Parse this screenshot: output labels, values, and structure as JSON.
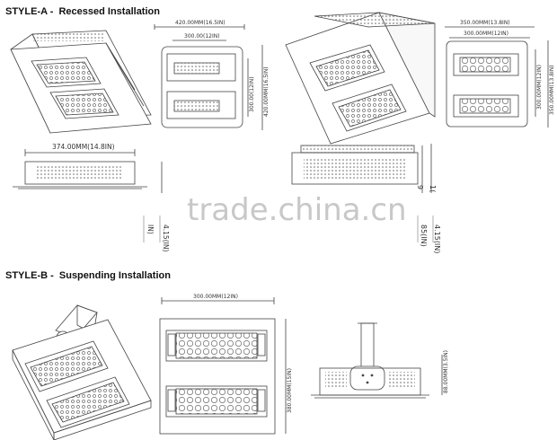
{
  "titles": {
    "style_a": "STYLE-A -  Recessed Installation",
    "style_b": "STYLE-B -  Suspending Installation"
  },
  "watermark": "trade.china.cn",
  "dims": {
    "a1_top_outer": "420.00MM(16.5IN)",
    "a1_top_inner": "300.00(12IN)",
    "a1_side_outer": "420.00MM(16.5IN)",
    "a1_side_inner": "300.00(12IN)",
    "a1_side_width": "374.00MM(14.8IN)",
    "a1_depth_in": "4.15(IN)",
    "a1_depth_in2": "IN)",
    "a2_top_outer": "350.00MM(13.8IN)",
    "a2_top_inner": "300.00MM(12IN)",
    "a2_side_outer": "350.00MM(13.8IN)",
    "a2_side_inner": "300.00MM(12IN)",
    "a2_depth_a": "9",
    "a2_depth_b": "1(",
    "a2_depth_in1": "85(IN)",
    "a2_depth_in2": "4.15(IN)",
    "b_top": "300.00MM(12IN)",
    "b_side": "380.00MM(15IN)",
    "b_depth": "88.00MM(3.5IN)"
  },
  "colors": {
    "line": "#444444",
    "light": "#888888",
    "watermark": "#c8c8c8"
  }
}
